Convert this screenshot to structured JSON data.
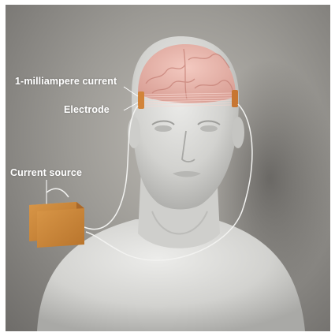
{
  "labels": {
    "current": "1-milliampere current",
    "electrode": "Electrode",
    "source": "Current source"
  },
  "colors": {
    "background": "#a7a49f",
    "bust": "#d9d9d6",
    "brain": "#e8b7ae",
    "electrode": "#d2843a",
    "box": "#d08b3c",
    "wire": "#f2f2f0"
  }
}
